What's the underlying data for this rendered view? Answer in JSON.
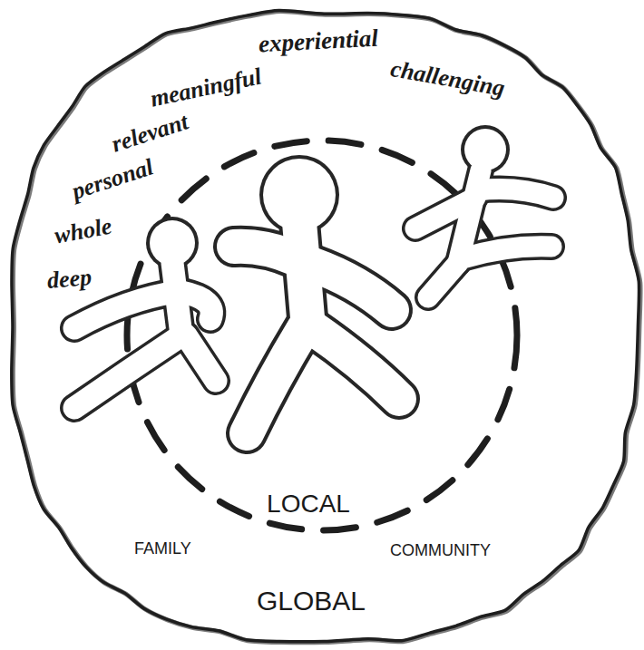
{
  "diagram": {
    "nodes": [
      {
        "text": [
          "GLOBAL"
        ]
      },
      {
        "text": [
          "LOCAL"
        ],
        "in": 0
      }
    ],
    "labels": [
      "experiential",
      "challenging",
      "meaningful",
      "relevant",
      "personal",
      "whole",
      "deep",
      "FAMILY",
      "COMMUNITY"
    ]
  }
}
